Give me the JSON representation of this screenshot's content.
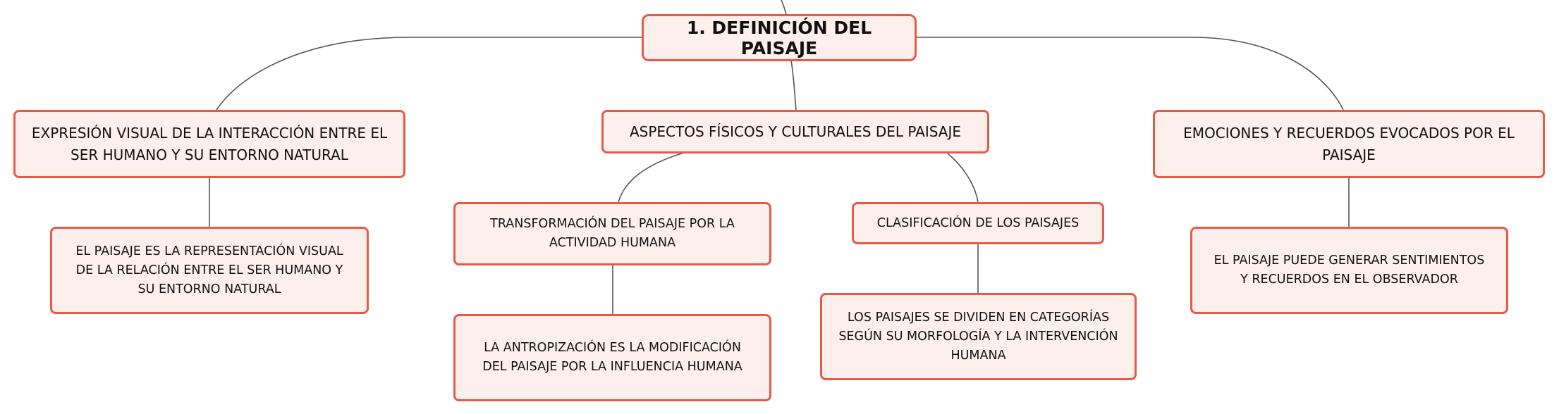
{
  "root": {
    "label": "1. DEFINICIÓN DEL PAISAJE"
  },
  "topics": [
    {
      "label": "EXPRESIÓN VISUAL DE LA INTERACCIÓN ENTRE EL SER HUMANO Y SU ENTORNO NATURAL",
      "children": [
        {
          "label": "EL PAISAJE ES LA REPRESENTACIÓN VISUAL DE LA RELACIÓN ENTRE EL SER HUMANO Y SU ENTORNO NATURAL"
        }
      ]
    },
    {
      "label": "ASPECTOS FÍSICOS Y CULTURALES DEL PAISAJE",
      "children": [
        {
          "label": "TRANSFORMACIÓN DEL PAISAJE POR LA ACTIVIDAD HUMANA",
          "children": [
            {
              "label": "LA ANTROPIZACIÓN ES LA MODIFICACIÓN DEL PAISAJE POR LA INFLUENCIA HUMANA"
            }
          ]
        },
        {
          "label": "CLASIFICACIÓN DE LOS PAISAJES",
          "children": [
            {
              "label": "LOS PAISAJES SE DIVIDEN EN CATEGORÍAS SEGÚN SU MORFOLOGÍA Y LA INTERVENCIÓN HUMANA"
            }
          ]
        }
      ]
    },
    {
      "label": "EMOCIONES Y RECUERDOS EVOCADOS POR EL PAISAJE",
      "children": [
        {
          "label": "EL PAISAJE PUEDE GENERAR SENTIMIENTOS Y RECUERDOS EN EL OBSERVADOR"
        }
      ]
    }
  ],
  "colors": {
    "node_border": "#e85a48",
    "node_fill": "#fdefec",
    "connector": "#555555",
    "text": "#111111"
  }
}
